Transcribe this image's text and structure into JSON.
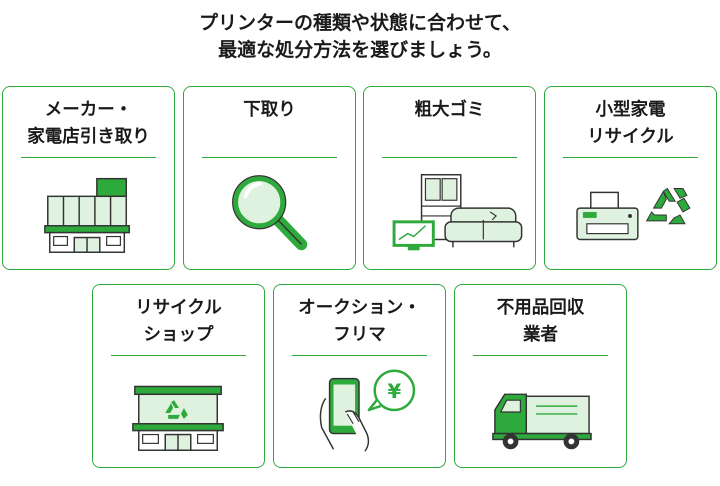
{
  "headline": {
    "line1": "プリンターの種類や状態に合わせて、",
    "line2": "最適な処分方法を選びましょう。"
  },
  "colors": {
    "accent": "#2eaa3c",
    "light_fill": "#dff2df",
    "dark": "#333333"
  },
  "cards": [
    {
      "line1": "メーカー・",
      "line2": "家電店引き取り",
      "icon": "store-building-icon"
    },
    {
      "line1": "下取り",
      "line2": "",
      "icon": "magnifying-glass-icon"
    },
    {
      "line1": "粗大ゴミ",
      "line2": "",
      "icon": "bulky-waste-furniture-icon"
    },
    {
      "line1": "小型家電",
      "line2": "リサイクル",
      "icon": "printer-recycle-icon"
    },
    {
      "line1": "リサイクル",
      "line2": "ショップ",
      "icon": "recycle-shop-icon"
    },
    {
      "line1": "オークション・",
      "line2": "フリマ",
      "icon": "smartphone-yen-icon"
    },
    {
      "line1": "不用品回収",
      "line2": "業者",
      "icon": "collection-truck-icon"
    }
  ],
  "icon_text": {
    "yen": "¥"
  }
}
